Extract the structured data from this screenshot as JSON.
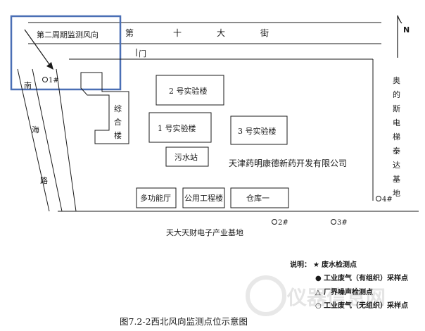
{
  "road_top": {
    "chars": [
      "第",
      "十",
      "大",
      "街"
    ]
  },
  "wind_label": "第二周期监测风向",
  "gate_label": "门",
  "road_left": {
    "chars": [
      "南",
      "海",
      "路"
    ]
  },
  "road_right": {
    "chars": [
      "奥",
      "的",
      "斯",
      "电",
      "梯",
      "泰",
      "达",
      "基",
      "地"
    ]
  },
  "north_label": "N",
  "buildings": {
    "lab2": "2 号实验楼",
    "lab1": "1 号实验楼",
    "lab3": "3 号实验楼",
    "complex": [
      "综",
      "合",
      "楼"
    ],
    "sewage": "污水站",
    "multi": "多功能厅",
    "utility": "公用工程楼",
    "warehouse": "仓库一"
  },
  "company": "天津药明康德新药开发有限公司",
  "bottom_area": "天大天财电子产业基地",
  "points": {
    "p1": "1#",
    "p2": "2#",
    "p3": "3#",
    "p4": "4#"
  },
  "legend": {
    "title": "说明：",
    "items": [
      {
        "symbol": "★",
        "text": "废水检测点"
      },
      {
        "symbol": "●",
        "text": "工业废气（有组织）采样点"
      },
      {
        "symbol": "△",
        "text": "厂界噪声检测点"
      },
      {
        "symbol": "○",
        "text": "工业废气（无组织）采样点"
      }
    ]
  },
  "caption": "图7.2-2西北风向监测点位示意图",
  "watermark": "仪器信息网",
  "colors": {
    "highlight_box": "#4a6fb5",
    "line": "#1a1a1a"
  }
}
